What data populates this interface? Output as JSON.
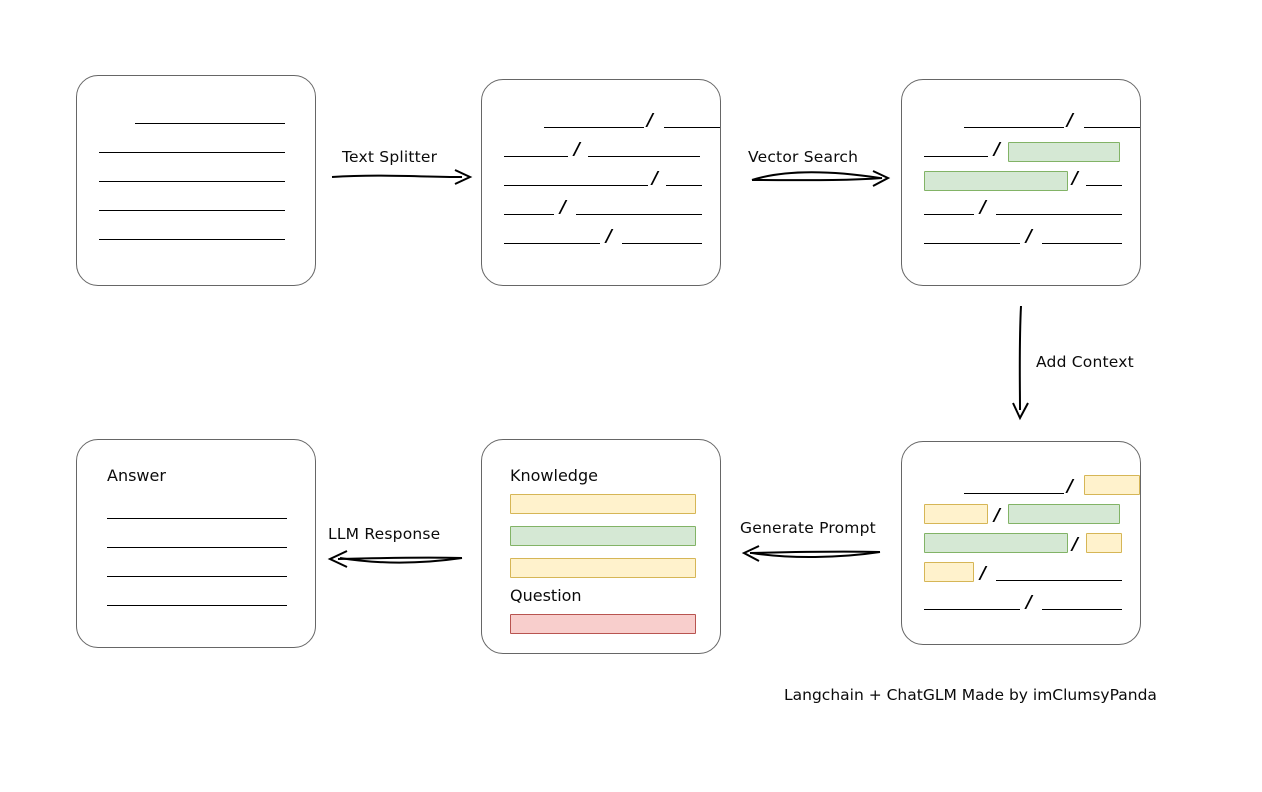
{
  "diagram": {
    "title_caption": "Langchain + ChatGLM Made by imClumsyPanda",
    "palette": {
      "green_fill": "#d5e8d4",
      "green_stroke": "#82b366",
      "yellow_fill": "#fff2cc",
      "yellow_stroke": "#d6b656",
      "red_fill": "#f8cecc",
      "red_stroke": "#b85450",
      "box_stroke": "#666666",
      "line_stroke": "#000000"
    },
    "arrows": [
      {
        "id": "text-splitter",
        "label": "Text Splitter",
        "from": "source-document-box",
        "to": "split-chunks-box",
        "direction": "right"
      },
      {
        "id": "vector-search",
        "label": "Vector Search",
        "from": "split-chunks-box",
        "to": "matched-chunks-box",
        "direction": "right"
      },
      {
        "id": "add-context",
        "label": "Add Context",
        "from": "matched-chunks-box",
        "to": "context-prompt-box",
        "direction": "down"
      },
      {
        "id": "generate-prompt",
        "label": "Generate Prompt",
        "from": "context-prompt-box",
        "to": "prompt-box",
        "direction": "left"
      },
      {
        "id": "llm-response",
        "label": "LLM Response",
        "from": "prompt-box",
        "to": "answer-box",
        "direction": "left"
      }
    ],
    "boxes": {
      "source_document": {
        "id": "source-document-box",
        "name": "source-document-box",
        "rows": [
          {
            "segments": [
              {
                "type": "line",
                "width": 150,
                "indent": 58
              }
            ]
          },
          {
            "segments": [
              {
                "type": "line",
                "width": 186,
                "indent": 22
              }
            ]
          },
          {
            "segments": [
              {
                "type": "line",
                "width": 186,
                "indent": 22
              }
            ]
          },
          {
            "segments": [
              {
                "type": "line",
                "width": 186,
                "indent": 22
              }
            ]
          },
          {
            "segments": [
              {
                "type": "line",
                "width": 186,
                "indent": 22
              }
            ]
          }
        ]
      },
      "split_chunks": {
        "id": "split-chunks-box",
        "name": "split-chunks-box",
        "rows": [
          {
            "indent": 62,
            "segments": [
              {
                "type": "line",
                "width": 100
              },
              {
                "type": "slash"
              },
              {
                "type": "line",
                "width": 56
              }
            ]
          },
          {
            "indent": 22,
            "segments": [
              {
                "type": "line",
                "width": 64
              },
              {
                "type": "slash"
              },
              {
                "type": "line",
                "width": 112
              }
            ]
          },
          {
            "indent": 22,
            "segments": [
              {
                "type": "line",
                "width": 144
              },
              {
                "type": "slash"
              },
              {
                "type": "line",
                "width": 36
              }
            ]
          },
          {
            "indent": 22,
            "segments": [
              {
                "type": "line",
                "width": 50
              },
              {
                "type": "slash"
              },
              {
                "type": "line",
                "width": 128
              }
            ]
          },
          {
            "indent": 22,
            "segments": [
              {
                "type": "line",
                "width": 94
              },
              {
                "type": "slash"
              },
              {
                "type": "line",
                "width": 80
              }
            ]
          }
        ]
      },
      "matched_chunks": {
        "id": "matched-chunks-box",
        "name": "matched-chunks-box",
        "rows": [
          {
            "indent": 62,
            "segments": [
              {
                "type": "line",
                "width": 100
              },
              {
                "type": "slash"
              },
              {
                "type": "line",
                "width": 56
              }
            ]
          },
          {
            "indent": 22,
            "segments": [
              {
                "type": "line",
                "width": 64
              },
              {
                "type": "slash"
              },
              {
                "type": "chip",
                "color": "green",
                "width": 112
              }
            ]
          },
          {
            "indent": 22,
            "segments": [
              {
                "type": "chip",
                "color": "green",
                "width": 144
              },
              {
                "type": "slash"
              },
              {
                "type": "line",
                "width": 36
              }
            ]
          },
          {
            "indent": 22,
            "segments": [
              {
                "type": "line",
                "width": 50
              },
              {
                "type": "slash"
              },
              {
                "type": "line",
                "width": 128
              }
            ]
          },
          {
            "indent": 22,
            "segments": [
              {
                "type": "line",
                "width": 94
              },
              {
                "type": "slash"
              },
              {
                "type": "line",
                "width": 80
              }
            ]
          }
        ]
      },
      "context_prompt": {
        "id": "context-prompt-box",
        "name": "context-prompt-box",
        "rows": [
          {
            "indent": 62,
            "segments": [
              {
                "type": "line",
                "width": 100
              },
              {
                "type": "slash"
              },
              {
                "type": "chip",
                "color": "yellow",
                "width": 56
              }
            ]
          },
          {
            "indent": 22,
            "segments": [
              {
                "type": "chip",
                "color": "yellow",
                "width": 64
              },
              {
                "type": "slash"
              },
              {
                "type": "chip",
                "color": "green",
                "width": 112
              }
            ]
          },
          {
            "indent": 22,
            "segments": [
              {
                "type": "chip",
                "color": "green",
                "width": 144
              },
              {
                "type": "slash"
              },
              {
                "type": "chip",
                "color": "yellow",
                "width": 36
              }
            ]
          },
          {
            "indent": 22,
            "segments": [
              {
                "type": "chip",
                "color": "yellow",
                "width": 50
              },
              {
                "type": "slash"
              },
              {
                "type": "line",
                "width": 128
              }
            ]
          },
          {
            "indent": 22,
            "segments": [
              {
                "type": "line",
                "width": 94
              },
              {
                "type": "slash"
              },
              {
                "type": "line",
                "width": 80
              }
            ]
          }
        ]
      },
      "prompt": {
        "id": "prompt-box",
        "name": "prompt-box",
        "knowledge_label": "Knowledge",
        "question_label": "Question",
        "knowledge_chips": [
          {
            "color": "yellow",
            "width": 186
          },
          {
            "color": "green",
            "width": 186
          },
          {
            "color": "yellow",
            "width": 186
          }
        ],
        "question_chips": [
          {
            "color": "red",
            "width": 186
          }
        ]
      },
      "answer": {
        "id": "answer-box",
        "name": "answer-box",
        "answer_label": "Answer",
        "rows": [
          {
            "segments": [
              {
                "type": "line",
                "width": 180,
                "indent": 28
              }
            ]
          },
          {
            "segments": [
              {
                "type": "line",
                "width": 180,
                "indent": 28
              }
            ]
          },
          {
            "segments": [
              {
                "type": "line",
                "width": 180,
                "indent": 28
              }
            ]
          },
          {
            "segments": [
              {
                "type": "line",
                "width": 180,
                "indent": 28
              }
            ]
          }
        ]
      }
    }
  }
}
